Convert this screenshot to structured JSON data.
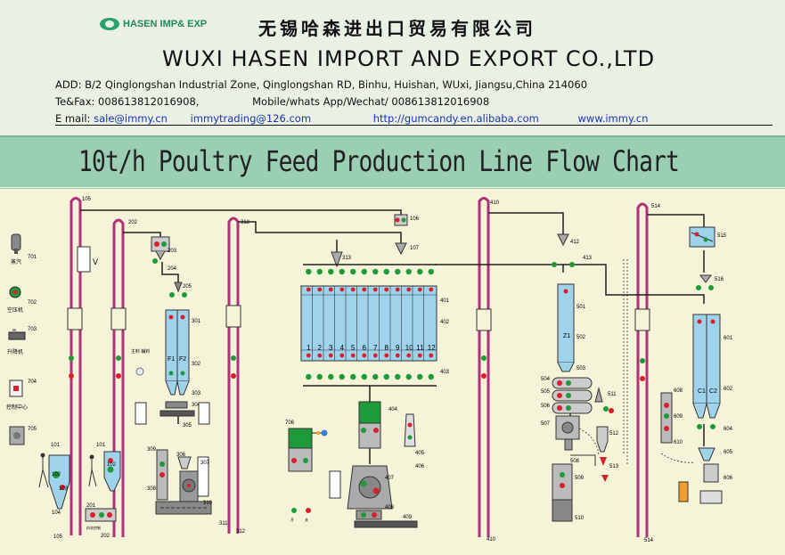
{
  "header": {
    "logo_text": "HASEN IMP& EXP",
    "company_cn": "无锡哈森进出口贸易有限公司",
    "company_en": "WUXI HASEN IMPORT AND EXPORT CO.,LTD",
    "address": "ADD: B/2 Qinglongshan Industrial Zone, Qinglongshan RD, Binhu, Huishan, WUxi, Jiangsu,China 214060",
    "telfax_label": "Te&Fax: 008613812016908,",
    "mobile_label": "Mobile/whats App/Wechat/ 008613812016908",
    "email_label": "E mail: ",
    "email": "sale@immy.cn",
    "email2": "immytrading@126.com",
    "website1": "http://gumcandy.en.alibaba.com",
    "website2": "www.immy.cn"
  },
  "title": "10t/h  Poultry Feed Production Line Flow Chart",
  "legend": [
    {
      "code": "701",
      "label": "蒸汽"
    },
    {
      "code": "702",
      "label": "空压机"
    },
    {
      "code": "703",
      "label": "升降机"
    },
    {
      "code": "704",
      "label": "控制中心"
    },
    {
      "code": "705",
      "label": ""
    }
  ],
  "labels": {
    "l101a": "101",
    "l102a": "102",
    "l103": "103",
    "l104": "104",
    "l105": "105",
    "l105top": "105",
    "l101b": "101",
    "l102b": "102",
    "l201": "201",
    "l202": "202",
    "l202top": "202",
    "l203": "203",
    "l204": "204",
    "l205": "205",
    "l301": "301",
    "l302": "302",
    "l303": "303",
    "l304": "304",
    "l305": "305",
    "l306": "306",
    "l307": "307",
    "l308": "308",
    "l309": "309",
    "l310": "310",
    "l311": "311",
    "l312a": "312",
    "l312b": "312",
    "l313": "313",
    "l106": "106",
    "l107": "107",
    "l401": "401",
    "l402": "402",
    "l403": "403",
    "l404": "404",
    "l405": "405",
    "l406": "406",
    "l407": "407",
    "l408": "408",
    "l409": "409",
    "l410a": "410",
    "l410b": "410",
    "l412": "412",
    "l413": "413",
    "l501": "501",
    "l502": "502",
    "l503": "503",
    "l504": "504",
    "l505": "505",
    "l506": "506",
    "l507": "507",
    "l508": "508",
    "l509": "509",
    "l510": "510",
    "l511": "511",
    "l512": "512",
    "l513": "513",
    "l514a": "514",
    "l514b": "514",
    "l515": "515",
    "l516": "516",
    "l601": "601",
    "l602": "602",
    "l604": "604",
    "l605": "605",
    "l606": "606",
    "l608": "608",
    "l609": "609",
    "l610": "610",
    "l706": "706",
    "v": "V",
    "f1": "F1",
    "f2": "F2",
    "z1": "Z1",
    "c1": "C1",
    "c2": "C2",
    "bin_caption": "主料 辅料",
    "bottom_caption1": "料仓控制",
    "legend_small1": "开",
    "legend_small2": "关"
  },
  "bins": [
    "1",
    "2",
    "3",
    "4",
    "5",
    "6",
    "7",
    "8",
    "9",
    "10",
    "11",
    "12"
  ],
  "colors": {
    "pipe": "#b0307a",
    "bin": "#9fd3ec",
    "line": "#222222",
    "valve_green": "#1e9a38",
    "valve_red": "#d8202a"
  }
}
